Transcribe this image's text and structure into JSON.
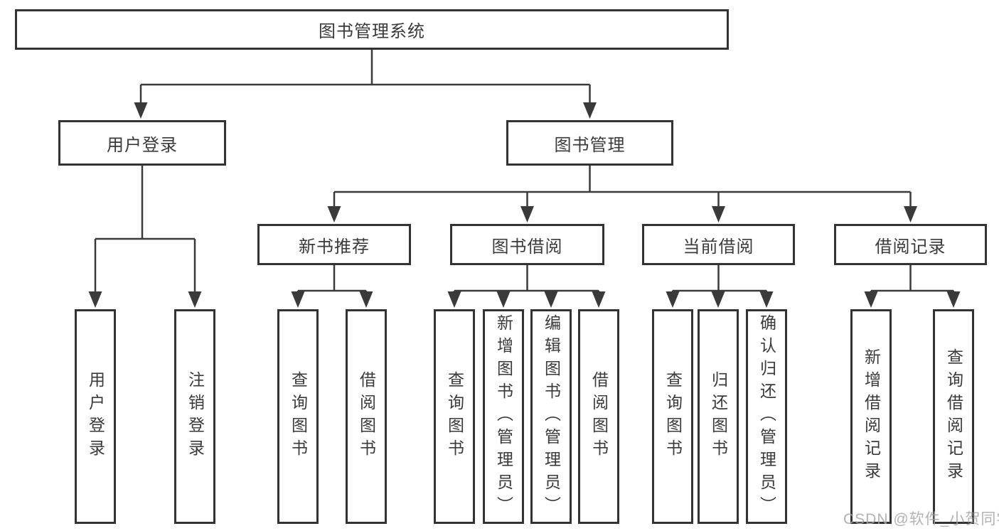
{
  "diagram": {
    "type": "hierarchy-tree",
    "colors": {
      "background": "#ffffff",
      "box_border": "#333333",
      "line": "#3a3a3a",
      "text": "#3a3a3a",
      "watermark": "#a5a5a5"
    },
    "tree": {
      "root": {
        "label": "图书管理系统"
      },
      "branches": [
        {
          "label": "用户登录",
          "children": [
            {
              "label": "用户登录"
            },
            {
              "label": "注销登录"
            }
          ]
        },
        {
          "label": "图书管理",
          "children": [
            {
              "label": "新书推荐",
              "children": [
                {
                  "label": "查询图书"
                },
                {
                  "label": "借阅图书"
                }
              ]
            },
            {
              "label": "图书借阅",
              "children": [
                {
                  "label": "查询图书"
                },
                {
                  "label": "新增图书（管理员）"
                },
                {
                  "label": "编辑图书（管理员）"
                },
                {
                  "label": "借阅图书"
                }
              ]
            },
            {
              "label": "当前借阅",
              "children": [
                {
                  "label": "查询图书"
                },
                {
                  "label": "归还图书"
                },
                {
                  "label": "确认归还（管理员）"
                }
              ]
            },
            {
              "label": "借阅记录",
              "children": [
                {
                  "label": "新增借阅记录"
                },
                {
                  "label": "查询借阅记录"
                }
              ]
            }
          ]
        }
      ]
    },
    "watermark": {
      "text": "CSDN @软件_小贺同学"
    }
  }
}
